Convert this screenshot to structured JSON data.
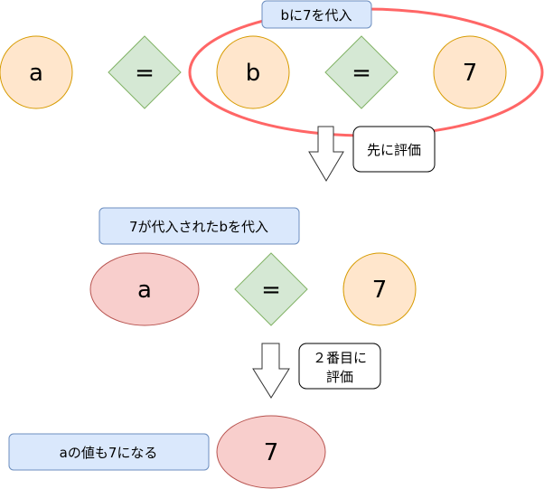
{
  "top_row": {
    "var_a": "a",
    "eq1": "=",
    "var_b": "b",
    "eq2": "=",
    "value": "7",
    "group_label": "bに7を代入",
    "step_note": "先に評価"
  },
  "middle_row": {
    "label": "7が代入されたbを代入",
    "var_a": "a",
    "eq": "=",
    "value": "7",
    "step_note_line1": "２番目に",
    "step_note_line2": "評価"
  },
  "bottom_row": {
    "label": "aの値も7になる",
    "value": "7"
  },
  "colors": {
    "orange_fill": "#ffe6cc",
    "orange_stroke": "#d79b00",
    "green_fill": "#d5e8d4",
    "green_stroke": "#82b366",
    "red_fill": "#f8cecc",
    "red_stroke": "#b85450",
    "blue_fill": "#dae8fc",
    "blue_stroke": "#6c8ebf",
    "highlight": "#ff6666"
  }
}
